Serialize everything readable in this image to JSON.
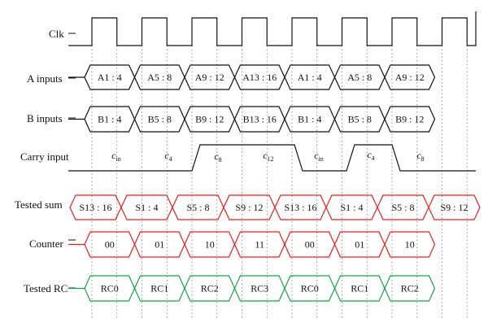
{
  "signals": {
    "clk": "Clk",
    "a": "A inputs",
    "b": "B inputs",
    "carry": "Carry input",
    "sum": "Tested sum",
    "counter": "Counter",
    "rc": "Tested RC"
  },
  "a_values": [
    "A1 : 4",
    "A5 : 8",
    "A9 : 12",
    "A13 : 16",
    "A1 : 4",
    "A5 : 8",
    "A9 : 12"
  ],
  "b_values": [
    "B1 : 4",
    "B5 : 8",
    "B9 : 12",
    "B13 : 16",
    "B1 : 4",
    "B5 : 8",
    "B9 : 12"
  ],
  "carry_values": [
    {
      "main": "c",
      "sub": "in"
    },
    {
      "main": "c",
      "sub": "4"
    },
    {
      "main": "c",
      "sub": "8"
    },
    {
      "main": "c",
      "sub": "12"
    },
    {
      "main": "c",
      "sub": "in"
    },
    {
      "main": "c",
      "sub": "4"
    },
    {
      "main": "c",
      "sub": "8"
    }
  ],
  "sum_values": [
    "S13 : 16",
    "S1 : 4",
    "S5 : 8",
    "S9 : 12",
    "S13 : 16",
    "S1 : 4",
    "S5 : 8",
    "S9 : 12"
  ],
  "counter_values": [
    "00",
    "01",
    "10",
    "11",
    "00",
    "01",
    "10"
  ],
  "rc_values": [
    "RC0",
    "RC1",
    "RC2",
    "RC3",
    "RC0",
    "RC1",
    "RC2"
  ],
  "colors": {
    "black": "#111111",
    "red": "#e02020",
    "green": "#16a34a"
  }
}
